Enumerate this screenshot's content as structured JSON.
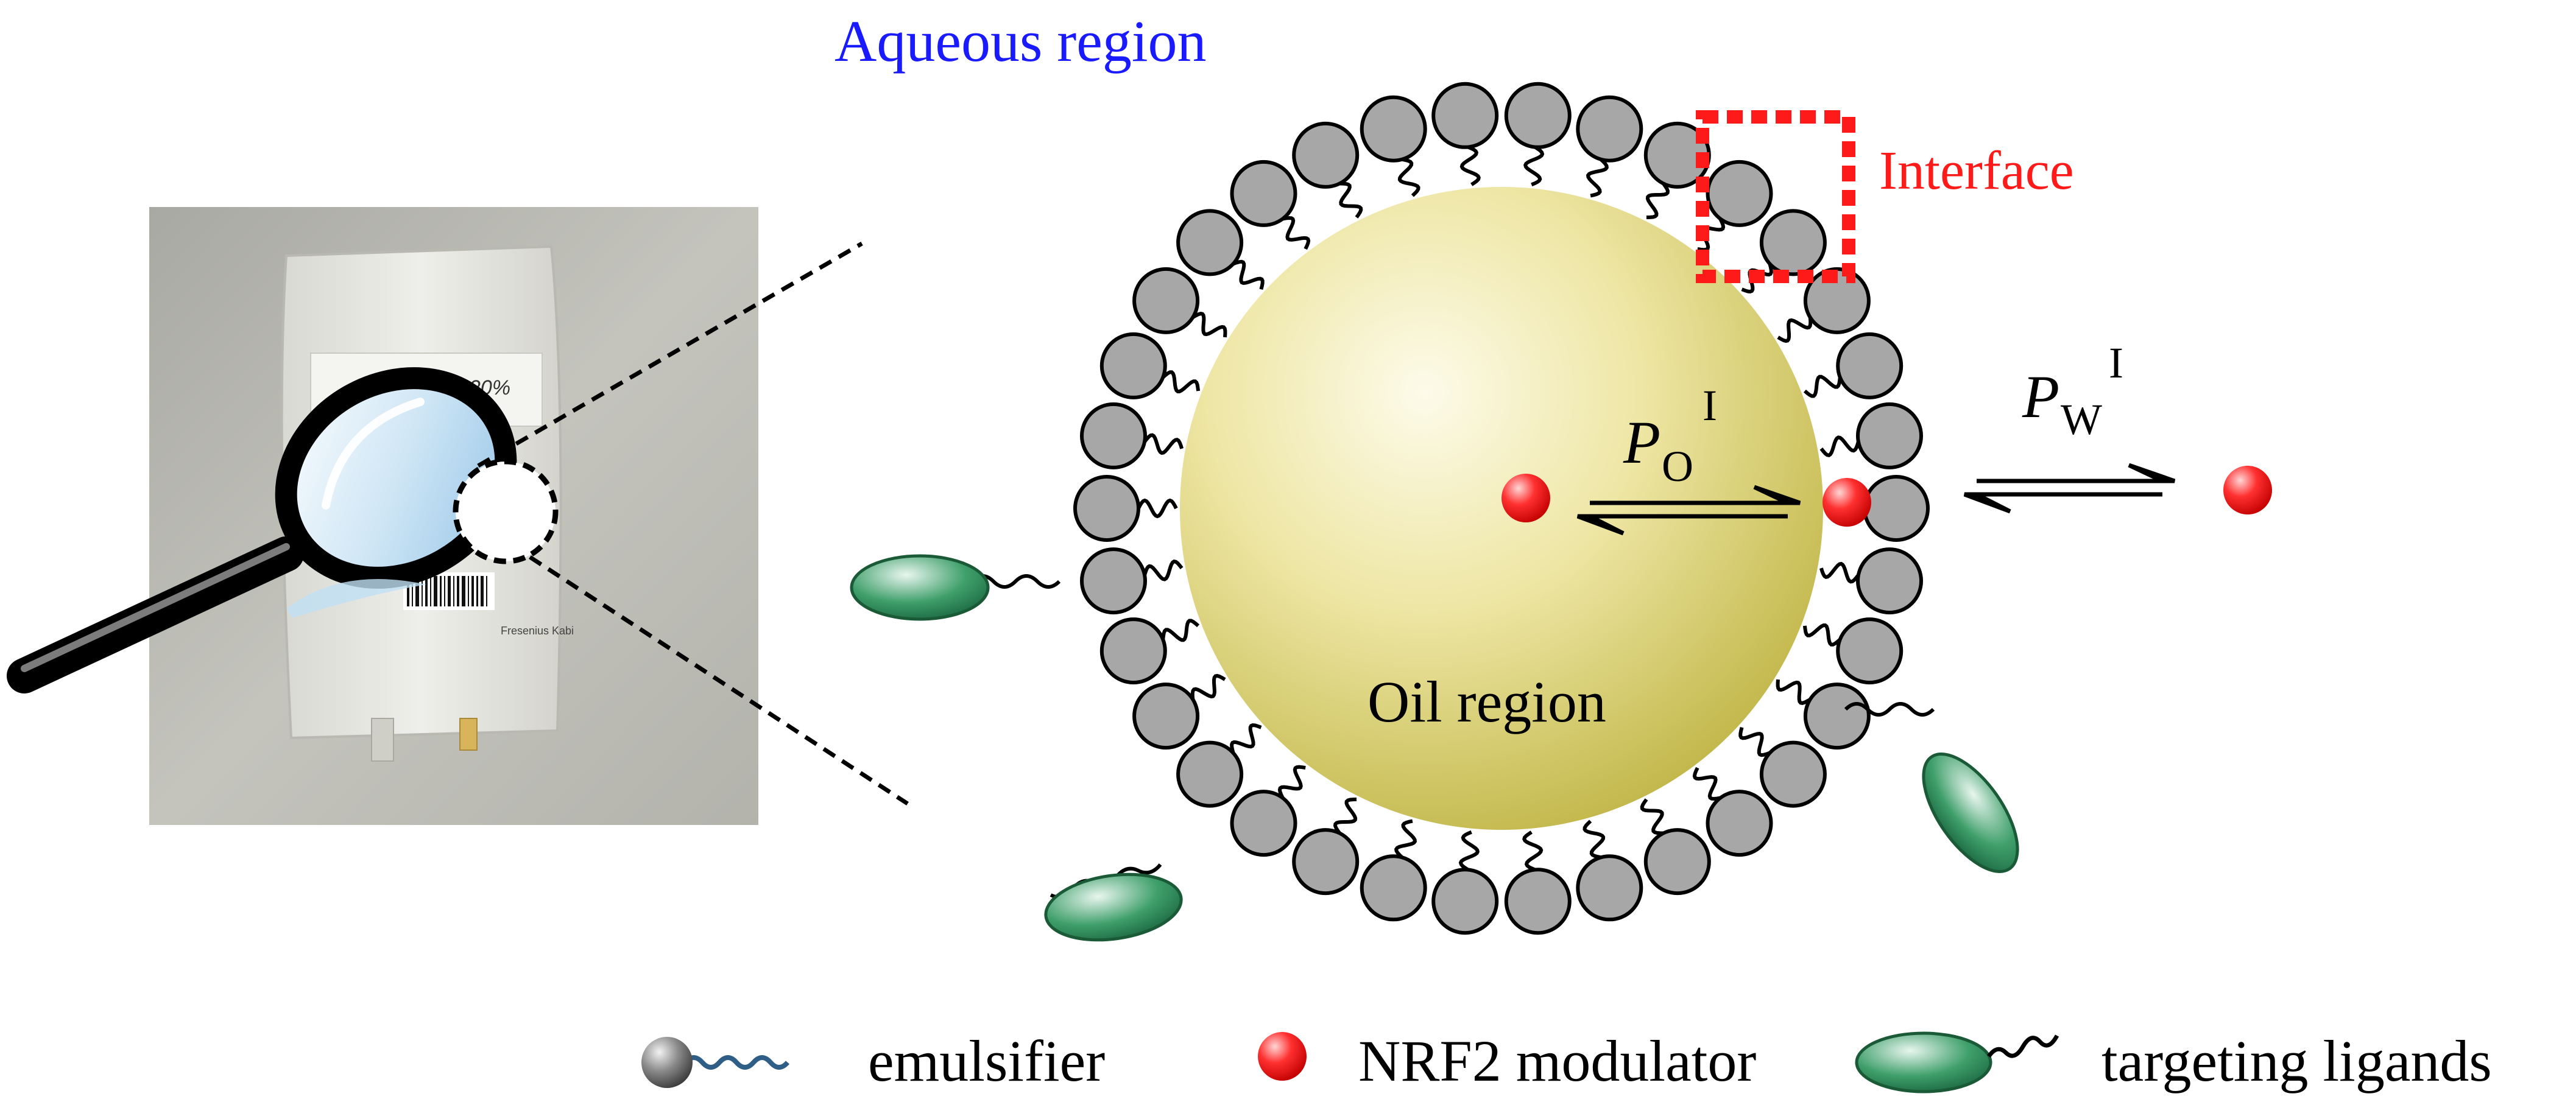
{
  "labels": {
    "aqueous": "Aqueous region",
    "interface": "Interface",
    "oil": "Oil region",
    "po_main": "P",
    "po_sub": "O",
    "po_sup": "I",
    "pw_main": "P",
    "pw_sub": "W",
    "pw_sup": "I"
  },
  "product_photo": {
    "bag_label_fragment": "20%",
    "bag_brand": "Fresenius Kabi"
  },
  "legend": {
    "emulsifier": "emulsifier",
    "modulator": "NRF2 modulator",
    "ligands": "targeting ligands"
  },
  "colors": {
    "aqueous_text": "#1a1aff",
    "interface_text": "#ff1a1a",
    "interface_box": "#ff1a1a",
    "oil_core": "#cfc35a",
    "oil_core_light": "#fbf8e2",
    "head": "#a7a7a7",
    "modulator": "#ff2a2a",
    "ligand": "#2e8f5a",
    "tail": "#000000",
    "legend_tail": "#2f5f87"
  },
  "icons": {
    "magnifier": "magnifying-glass-icon",
    "emulsifier": "emulsifier-icon",
    "modulator": "nrf2-modulator-icon",
    "ligand": "targeting-ligand-icon"
  }
}
